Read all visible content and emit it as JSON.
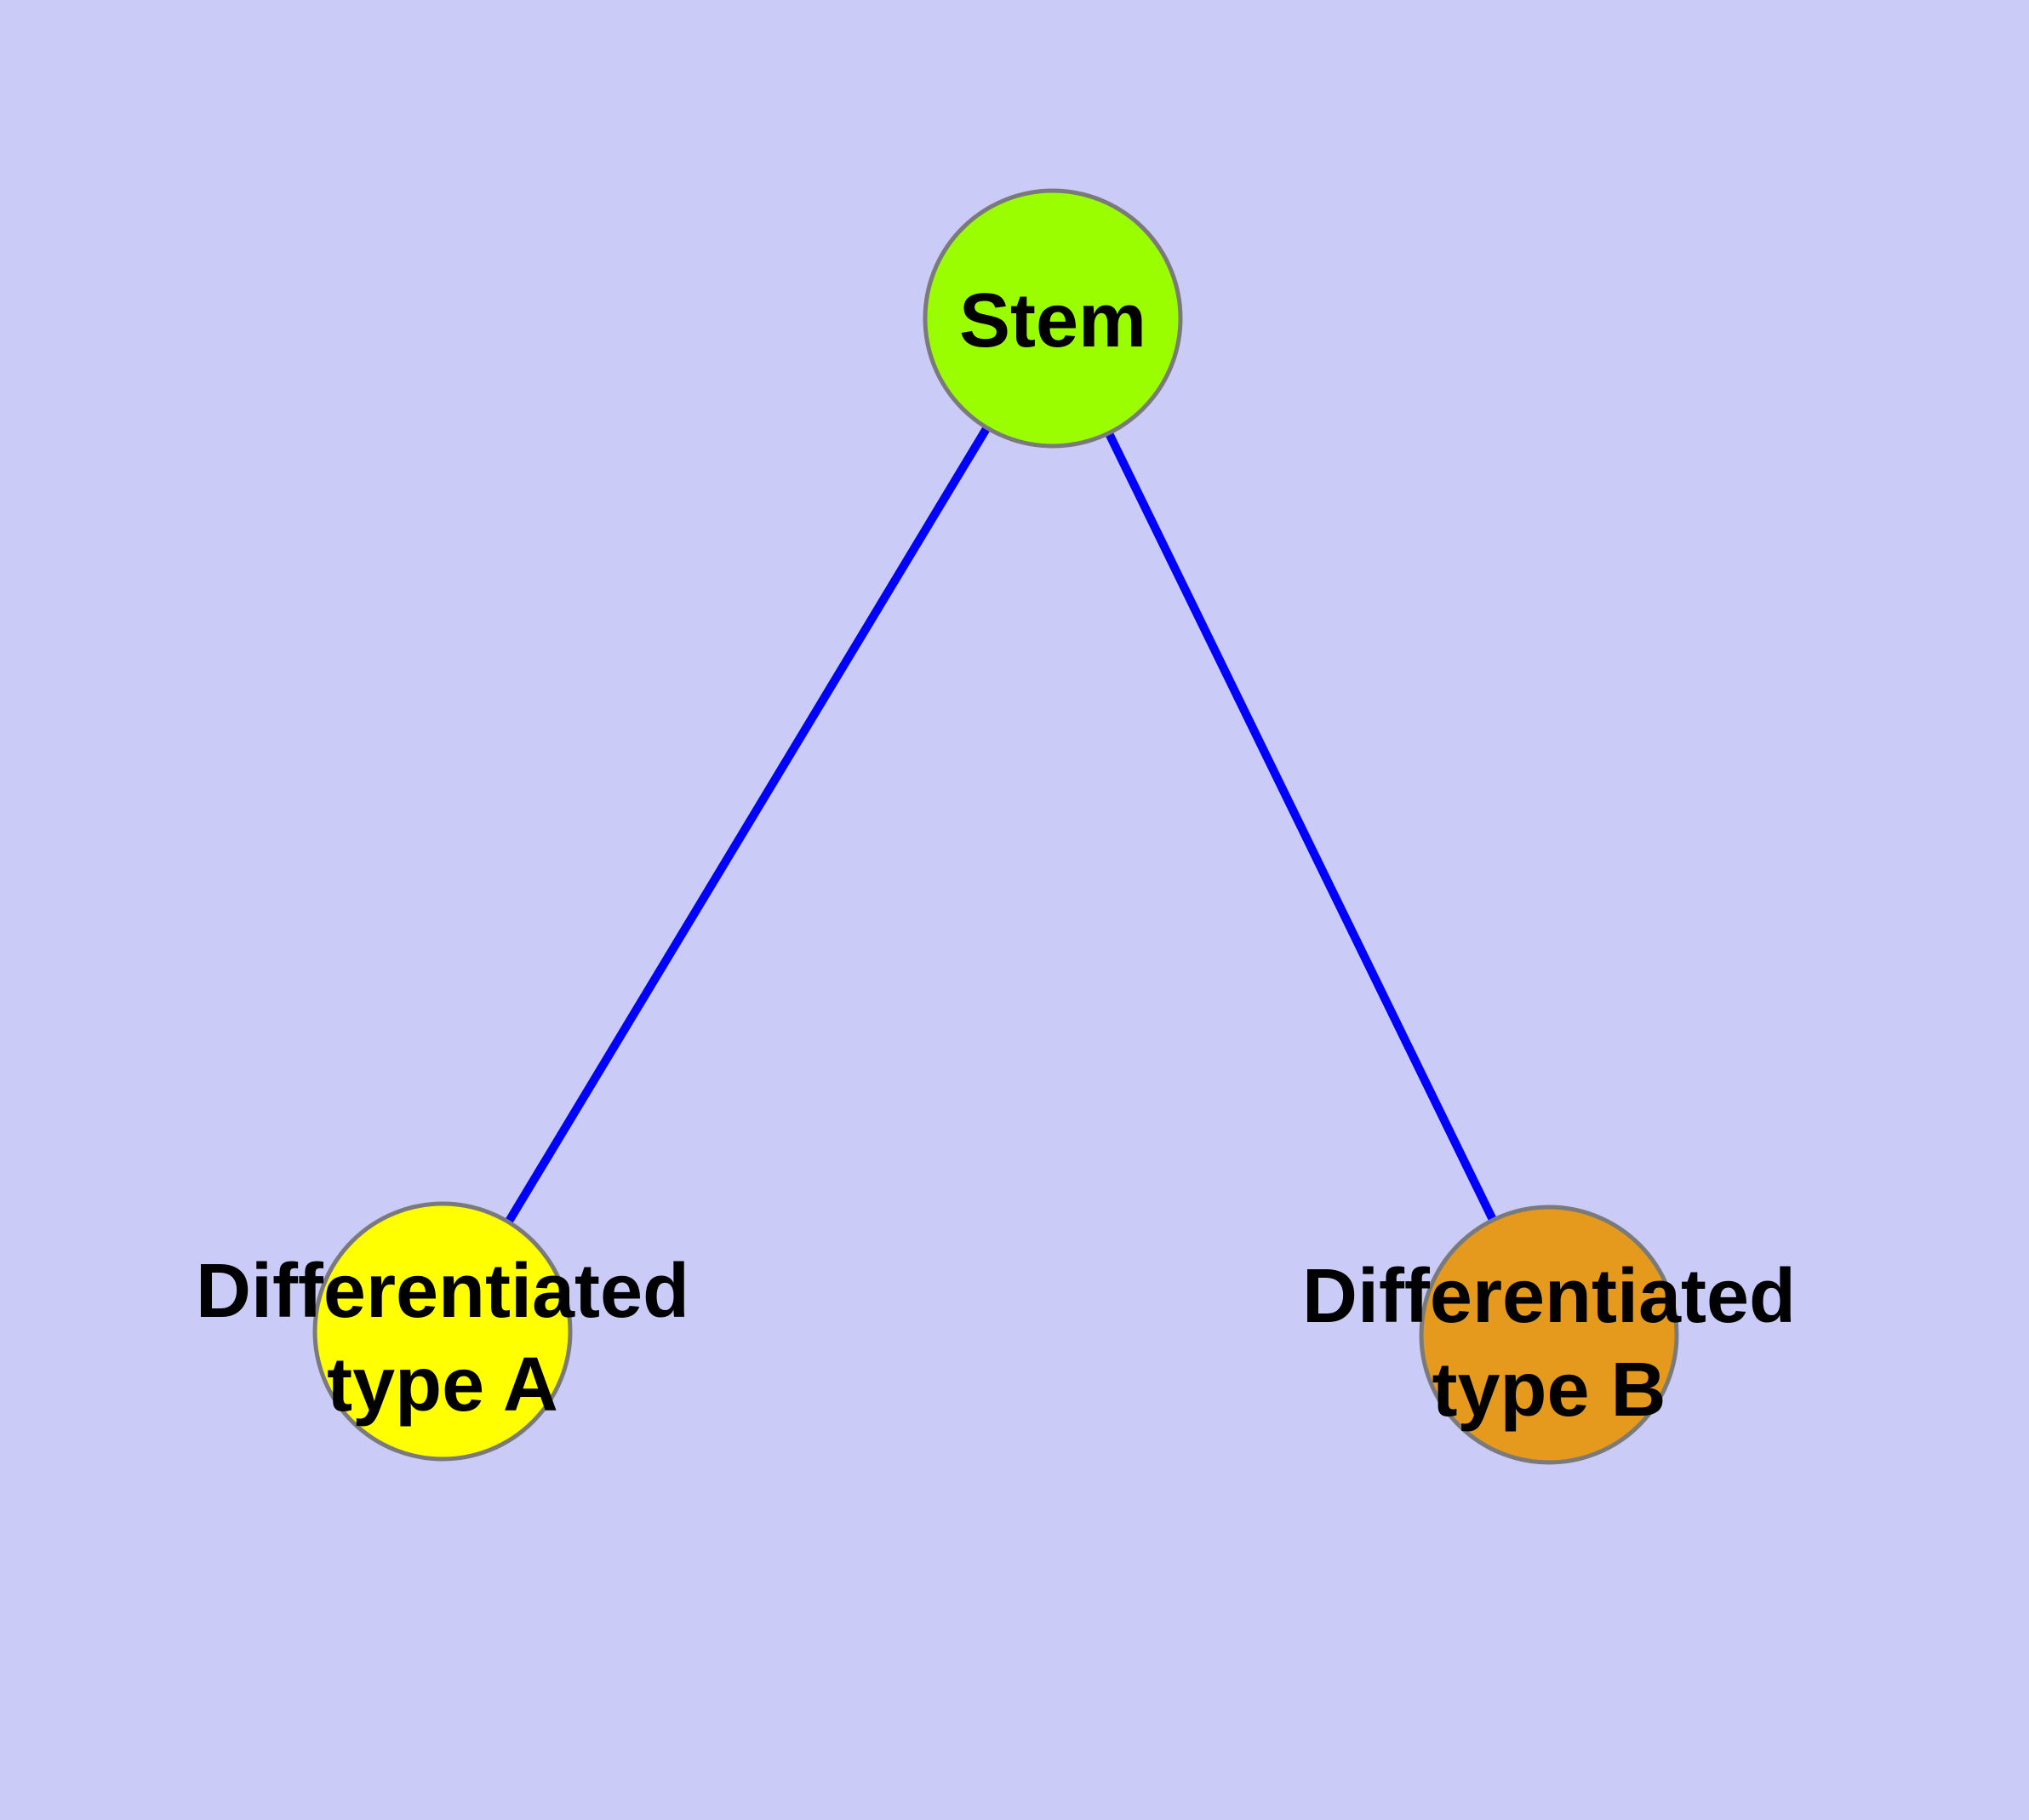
{
  "diagram": {
    "background_color": "#CBCBF7",
    "edge_color": "#0000FF",
    "node_border_color": "#7A7A7A",
    "label_color": "#000000",
    "nodes": [
      {
        "id": "stem",
        "label": "Stem",
        "fill": "#9AFE00"
      },
      {
        "id": "differentiated-type-a",
        "label": "Differentiated type A",
        "line1": "Differentiated",
        "line2": "type A",
        "fill": "#FFFF00"
      },
      {
        "id": "differentiated-type-b",
        "label": "Differentiated type B",
        "line1": "Differentiated",
        "line2": "type B",
        "fill": "#E59A1E"
      }
    ],
    "edges": [
      {
        "from": "Stem",
        "to": "Differentiated type A"
      },
      {
        "from": "Stem",
        "to": "Differentiated type B"
      }
    ]
  }
}
